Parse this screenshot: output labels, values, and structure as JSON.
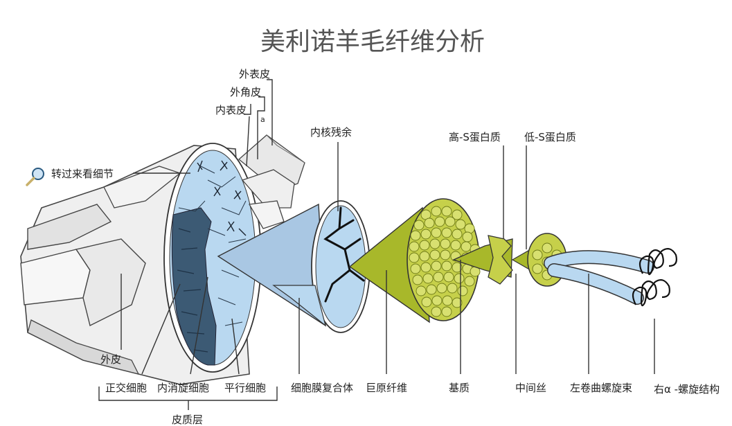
{
  "title": "美利诺羊毛纤维分析",
  "hint": "转过来看细节",
  "labels": {
    "outer_epicuticle": "外表皮",
    "exocuticle": "外角皮",
    "endocuticle": "内表皮",
    "a": "a",
    "nuclear_remnant": "内核残余",
    "high_s": "高-S蛋白质",
    "low_s": "低-S蛋白质",
    "cuticle": "外皮",
    "ortho": "正交细胞",
    "meso": "内消旋细胞",
    "para": "平行细胞",
    "cortex": "皮质层",
    "cmc": "细胞膜复合体",
    "macrofibril": "巨原纤维",
    "matrix": "基质",
    "intermediate_filament": "中间丝",
    "coiled_coil": "左卷曲螺旋束",
    "alpha_helix": "右α -螺旋结构"
  },
  "colors": {
    "light_blue": "#b9d8f0",
    "dark_blue": "#3c5a74",
    "lime": "#a8b82a",
    "lime_light": "#c6d04a",
    "cuticle_gray": "#e6e6e6"
  }
}
